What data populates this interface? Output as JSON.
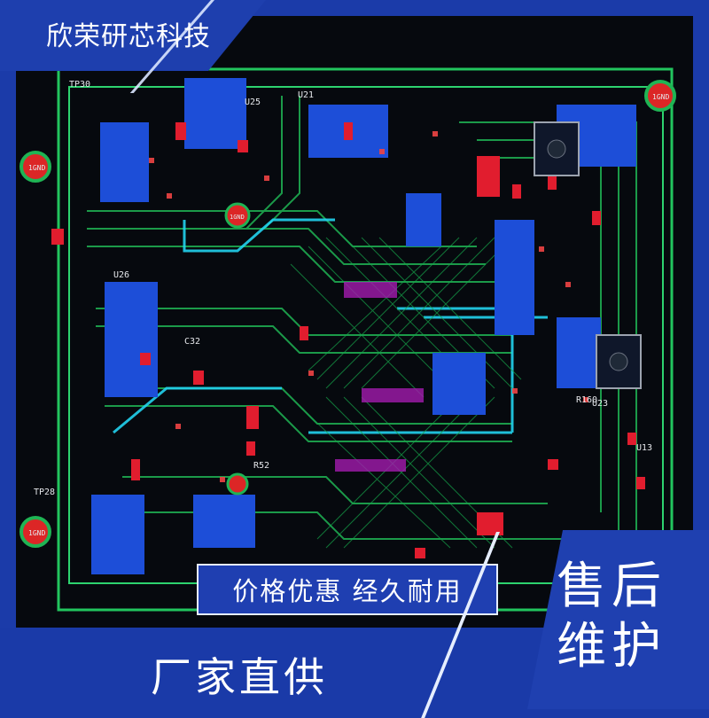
{
  "brand": {
    "name": "欣荣研芯科技"
  },
  "badge": {
    "text": "价格优惠  经久耐用"
  },
  "footer": {
    "text": "厂家直供"
  },
  "corner": {
    "line1": "售后",
    "line2": "维护"
  },
  "pcb_labels": [
    "1GND",
    "1GND",
    "1GND",
    "1GND",
    "U26",
    "U21",
    "U25",
    "U23",
    "U13",
    "C32",
    "R160",
    "R52",
    "TP28",
    "TP30"
  ],
  "colors": {
    "background": "#1b3ba9",
    "pcb": "#070b10",
    "trace_green": "#22c55e",
    "trace_cyan": "#22d3ee",
    "pad_red": "#e11d2e",
    "pad_blue": "#1d4ed8"
  }
}
